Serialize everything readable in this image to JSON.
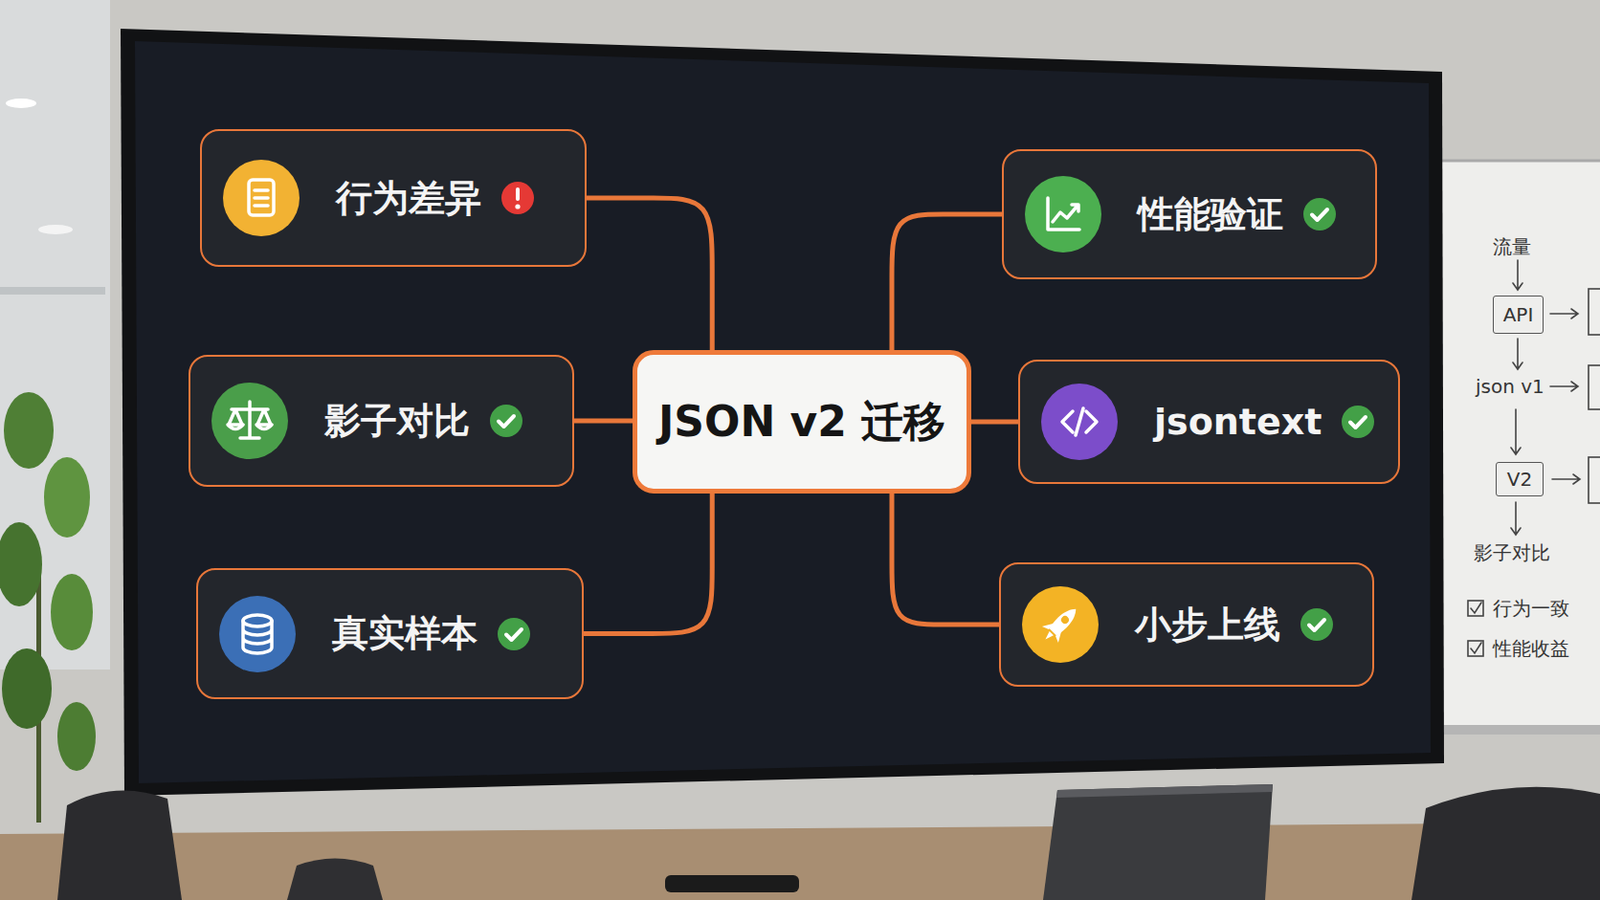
{
  "diagram": {
    "nodes": [
      {
        "text": [
          "JSON v2 迁移"
        ]
      },
      {
        "text": [
          "行为差异"
        ]
      },
      {
        "text": [
          "影子对比"
        ]
      },
      {
        "text": [
          "真实样本"
        ]
      },
      {
        "text": [
          "性能验证"
        ]
      },
      {
        "text": [
          "jsontext"
        ]
      },
      {
        "text": [
          "小步上线"
        ]
      },
      {
        "text": [
          "API"
        ]
      },
      {
        "text": [
          "V2"
        ]
      }
    ],
    "edges": [
      {
        "from": 0,
        "to": 1,
        "arrow": "none"
      },
      {
        "from": 0,
        "to": 2,
        "arrow": "none"
      },
      {
        "from": 0,
        "to": 3,
        "arrow": "none"
      },
      {
        "from": 0,
        "to": 4,
        "arrow": "none"
      },
      {
        "from": 0,
        "to": 5,
        "arrow": "none"
      },
      {
        "from": 0,
        "to": 6,
        "arrow": "none"
      }
    ],
    "labels": [
      "流量",
      "json v1",
      "影子对比",
      "行为一致",
      "性能收益"
    ]
  }
}
